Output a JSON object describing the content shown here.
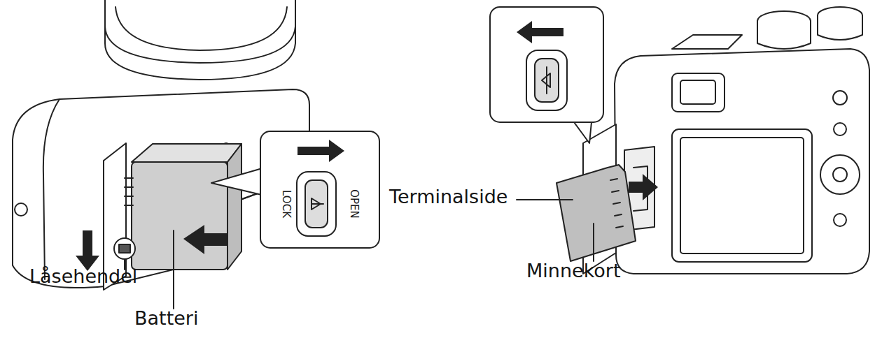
{
  "diagram": {
    "labels": [
      "OPEN",
      "LOCK",
      "Låsehendel",
      "Batteri",
      "Terminalside",
      "Minnekort"
    ]
  }
}
